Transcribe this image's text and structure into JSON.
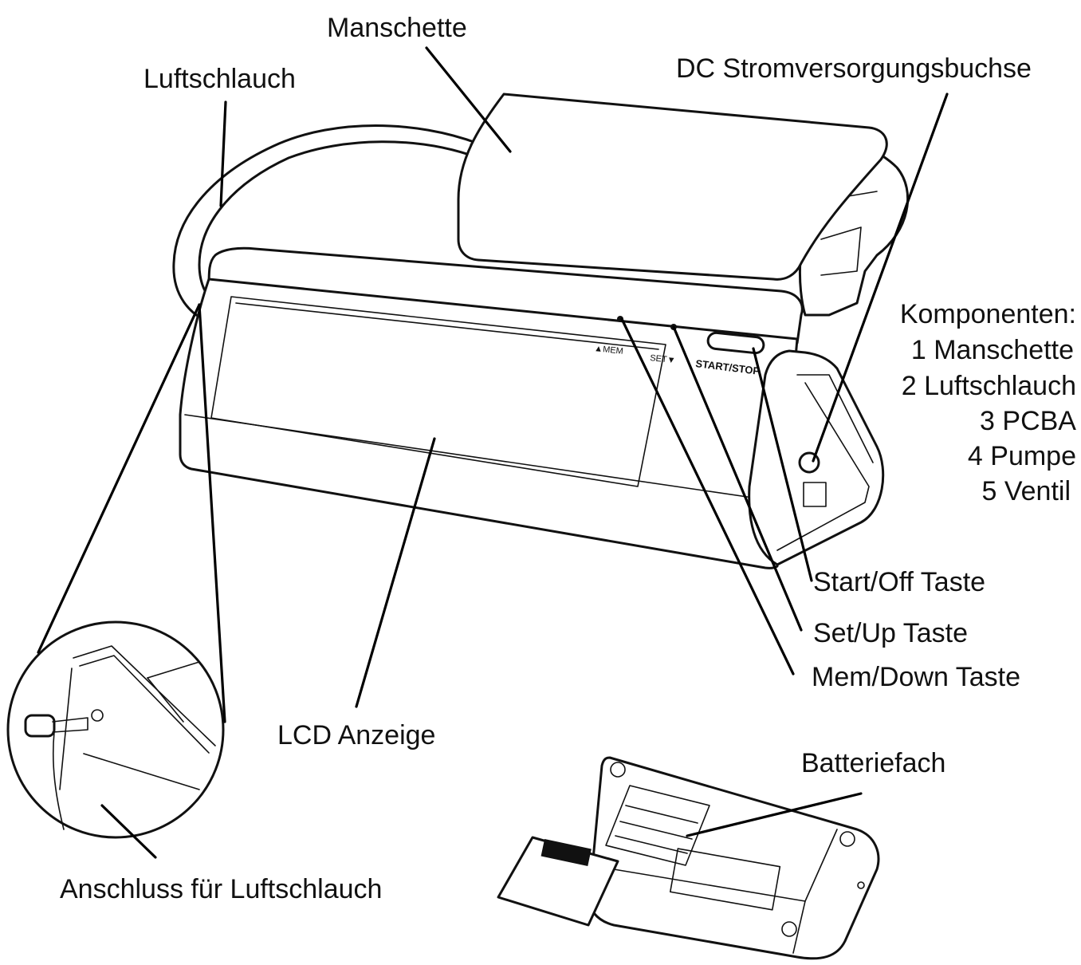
{
  "labels": {
    "cuff": "Manschette",
    "air_tube": "Luftschlauch",
    "dc_socket": "DC Stromversorgungsbuchse",
    "components_title": "Komponenten:",
    "components": [
      "1 Manschette",
      "2 Luftschlauch",
      "3 PCBA",
      "4 Pumpe",
      "5 Ventil"
    ],
    "start_key": "Start/Off Taste",
    "set_key": "Set/Up Taste",
    "mem_key": "Mem/Down Taste",
    "lcd": "LCD Anzeige",
    "battery": "Batteriefach",
    "tube_port": "Anschluss für Luftschlauch"
  },
  "device_text": {
    "mem": "▲MEM",
    "set": "SET▼",
    "start_stop": "START/STOP"
  },
  "colors": {
    "ink": "#111111",
    "background": "#ffffff"
  }
}
